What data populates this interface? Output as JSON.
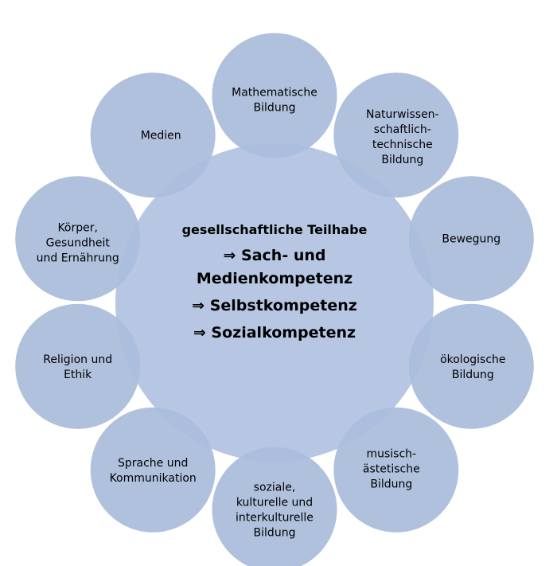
{
  "colors": {
    "outer_circle_fill": "#9db3d6",
    "center_circle_fill": "#aabdde",
    "circle_stroke": "#ffffff",
    "text": "#000000"
  },
  "center": {
    "lines": [
      "gesellschaftliche Teilhabe",
      "⇒ Sach- und",
      "Medienkompetenz",
      "⇒ Selbstkompetenz",
      "⇒ Sozialkompetenz"
    ]
  },
  "nodes": [
    {
      "id": "mathematische-bildung",
      "lines": [
        "Mathematische",
        "Bildung"
      ]
    },
    {
      "id": "naturwissenschaftlich-technische-bildung",
      "lines": [
        "Naturwissen-",
        "schaftlich-",
        "technische",
        "Bildung"
      ]
    },
    {
      "id": "bewegung",
      "lines": [
        "Bewegung"
      ]
    },
    {
      "id": "oekologische-bildung",
      "lines": [
        "ökologische",
        "Bildung"
      ]
    },
    {
      "id": "musisch-aestetische-bildung",
      "lines": [
        "musisch-",
        "ästetische",
        "Bildung"
      ]
    },
    {
      "id": "soziale-kulturelle-bildung",
      "lines": [
        "soziale,",
        "kulturelle und",
        "interkulturelle",
        "Bildung"
      ]
    },
    {
      "id": "sprache-und-kommunikation",
      "lines": [
        "Sprache und",
        "Kommunikation"
      ]
    },
    {
      "id": "religion-und-ethik",
      "lines": [
        "Religion und",
        "Ethik"
      ]
    },
    {
      "id": "koerper-gesundheit-ernaehrung",
      "lines": [
        "Körper,",
        "Gesundheit",
        "und Ernährung"
      ]
    },
    {
      "id": "medien",
      "lines": [
        "Medien"
      ]
    }
  ]
}
